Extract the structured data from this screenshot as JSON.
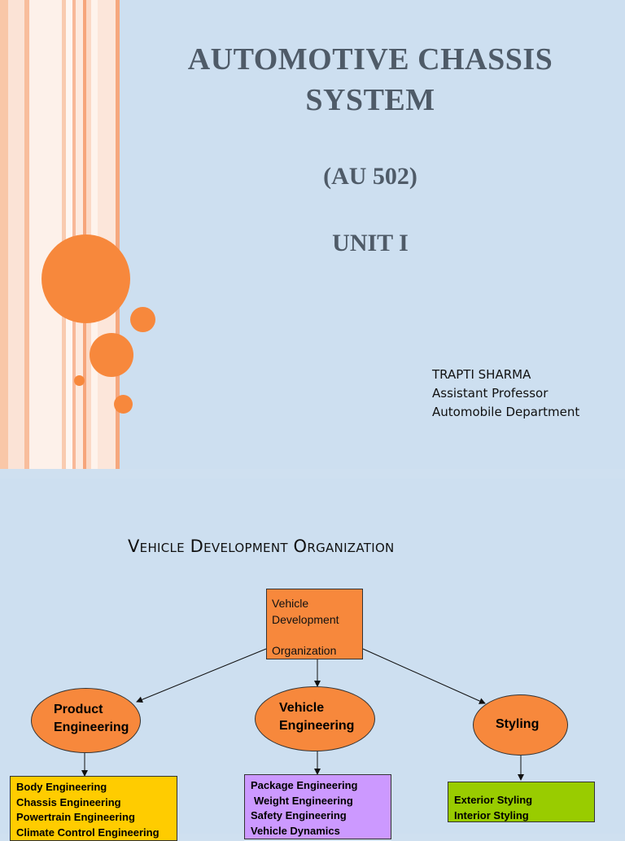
{
  "slide1": {
    "title": "AUTOMOTIVE CHASSIS SYSTEM",
    "course_code": "(AU 502)",
    "unit": "UNIT I",
    "author": {
      "name": "TRAPTI SHARMA",
      "position": "Assistant Professor",
      "department": "Automobile Department"
    }
  },
  "slide2": {
    "heading": {
      "word1_cap": "V",
      "word1_rest": "EHICLE",
      "word2_cap": "D",
      "word2_rest": "EVELOPMENT",
      "word3_cap": "O",
      "word3_rest": "RGANIZATION"
    },
    "root": {
      "line1": "Vehicle",
      "line2": "Development",
      "line3": "Organization"
    },
    "nodes": {
      "product": {
        "line1": "Product",
        "line2": "Engineering"
      },
      "vehicle": {
        "line1": "Vehicle",
        "line2": "Engineering"
      },
      "styling": {
        "label": "Styling"
      }
    },
    "product_items": [
      "Body Engineering",
      "Chassis Engineering",
      "Powertrain Engineering",
      "Climate Control Engineering"
    ],
    "vehicle_items": [
      "Package Engineering",
      "Weight Engineering",
      "Safety Engineering",
      "Vehicle Dynamics"
    ],
    "styling_items": [
      "Exterior Styling",
      "Interior Styling"
    ]
  },
  "colors": {
    "background": "#cddff0",
    "accent_orange": "#f7883c",
    "product_box": "#ffcc00",
    "vehicle_box": "#cc99ff",
    "styling_box": "#99cc00"
  }
}
